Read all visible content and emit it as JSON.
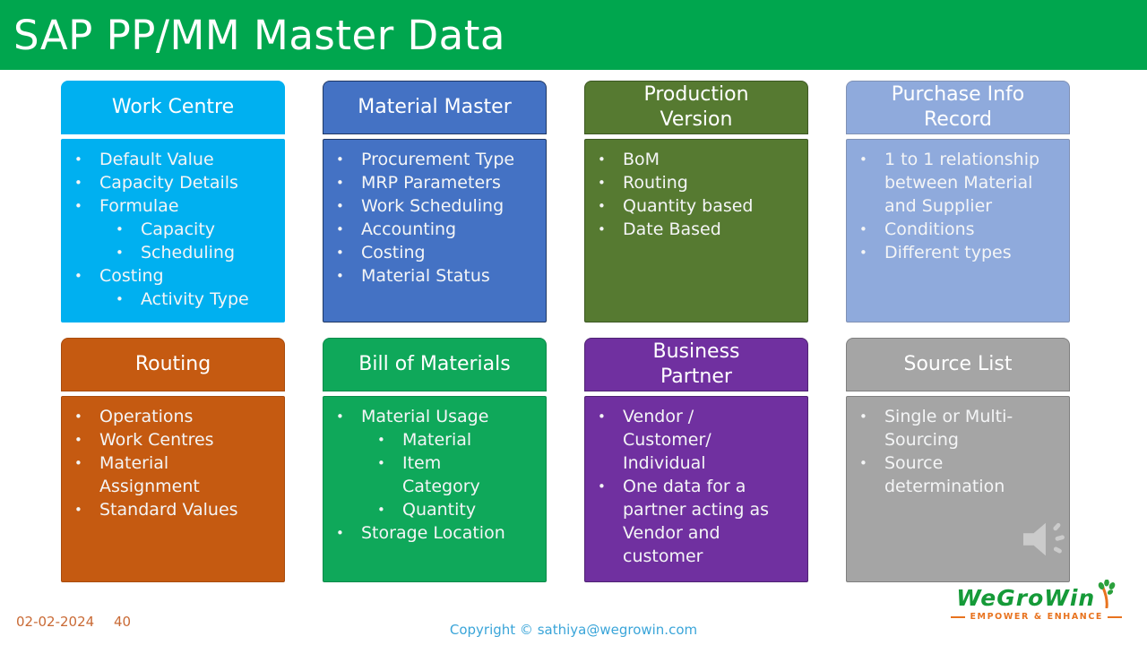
{
  "title": "SAP PP/MM Master Data",
  "titlebar_color": "#00a64e",
  "cards": [
    {
      "id": "work-centre",
      "title": "Work Centre",
      "fill": "#00b0f0",
      "border": "#00b0f0",
      "items": [
        {
          "level": 1,
          "text": "Default Value"
        },
        {
          "level": 1,
          "text": "Capacity Details"
        },
        {
          "level": 1,
          "text": "Formulae"
        },
        {
          "level": 2,
          "text": "Capacity"
        },
        {
          "level": 2,
          "text": "Scheduling"
        },
        {
          "level": 1,
          "text": "Costing"
        },
        {
          "level": 2,
          "text": "Activity Type"
        }
      ]
    },
    {
      "id": "material-master",
      "title": "Material Master",
      "fill": "#4472c4",
      "border": "#1f3864",
      "items": [
        {
          "level": 1,
          "text": "Procurement Type"
        },
        {
          "level": 1,
          "text": "MRP Parameters"
        },
        {
          "level": 1,
          "text": "Work Scheduling"
        },
        {
          "level": 1,
          "text": "Accounting"
        },
        {
          "level": 1,
          "text": "Costing"
        },
        {
          "level": 1,
          "text": "Material Status"
        }
      ]
    },
    {
      "id": "production-version",
      "title": "Production\nVersion",
      "fill": "#567a31",
      "border": "#3c5722",
      "items": [
        {
          "level": 1,
          "text": "BoM"
        },
        {
          "level": 1,
          "text": "Routing"
        },
        {
          "level": 1,
          "text": "Quantity based"
        },
        {
          "level": 1,
          "text": "Date Based"
        }
      ]
    },
    {
      "id": "purchase-info-record",
      "title": "Purchase Info\nRecord",
      "fill": "#8faadc",
      "border": "#8091b4",
      "items": [
        {
          "level": 1,
          "text": "1 to 1 relationship\nbetween Material\nand Supplier"
        },
        {
          "level": 1,
          "text": "Conditions"
        },
        {
          "level": 1,
          "text": "Different types"
        }
      ]
    },
    {
      "id": "routing",
      "title": "Routing",
      "fill": "#c55a11",
      "border": "#a84c0e",
      "items": [
        {
          "level": 1,
          "text": "Operations"
        },
        {
          "level": 1,
          "text": "Work Centres"
        },
        {
          "level": 1,
          "text": "Material\nAssignment"
        },
        {
          "level": 1,
          "text": "Standard Values"
        }
      ]
    },
    {
      "id": "bill-of-materials",
      "title": "Bill of Materials",
      "fill": "#0fa85a",
      "border": "#0c8a4a",
      "items": [
        {
          "level": 1,
          "text": "Material Usage"
        },
        {
          "level": 2,
          "text": "Material"
        },
        {
          "level": 2,
          "text": "Item\nCategory"
        },
        {
          "level": 2,
          "text": "Quantity"
        },
        {
          "level": 1,
          "text": "Storage Location"
        }
      ]
    },
    {
      "id": "business-partner",
      "title": "Business\nPartner",
      "fill": "#7030a0",
      "border": "#4e2272",
      "items": [
        {
          "level": 1,
          "text": "Vendor /\nCustomer/\nIndividual"
        },
        {
          "level": 1,
          "text": "One data for a\npartner acting as\nVendor and\ncustomer"
        }
      ]
    },
    {
      "id": "source-list",
      "title": "Source List",
      "fill": "#a5a5a5",
      "border": "#7f7f7f",
      "items": [
        {
          "level": 1,
          "text": "Single or Multi-\nSourcing"
        },
        {
          "level": 1,
          "text": "Source\ndetermination"
        }
      ]
    }
  ],
  "footer": {
    "date": "02-02-2024",
    "page_number": "40",
    "copyright": "Copyright © sathiya@wegrowin.com",
    "accent_color": "#c96a35",
    "copyright_color": "#3aa5d9"
  },
  "logo": {
    "name": "WeGroWin",
    "tagline": "EMPOWER & ENHANCE",
    "name_color": "#159a38",
    "tagline_color": "#e8731f"
  },
  "icons": {
    "speaker": "speaker-icon",
    "tree": "tree-icon"
  }
}
